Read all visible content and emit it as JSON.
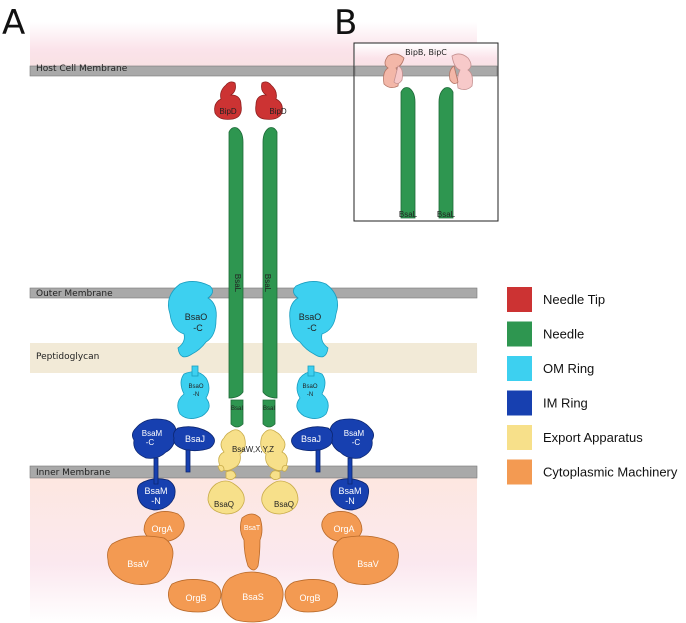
{
  "panels": {
    "a": "A",
    "b": "B"
  },
  "membranes": {
    "host": "Host Cell Membrane",
    "outer": "Outer Membrane",
    "peptidoglycan": "Peptidoglycan",
    "inner": "Inner Membrane"
  },
  "labels": {
    "bipd": "BipD",
    "bsal": "BsaL",
    "bsai": "BsaI",
    "bsao_c_1": "BsaO",
    "bsao_c_2": "-C",
    "bsao_n_1": "BsaO",
    "bsao_n_2": "-N",
    "bsam_c_1": "BsaM",
    "bsam_c_2": "-C",
    "bsaj": "BsaJ",
    "export": "BsaW,X,Y,Z",
    "bsam_n_1": "BsaM",
    "bsam_n_2": "-N",
    "bsaq": "BsaQ",
    "orga": "OrgA",
    "bsat": "BsaT",
    "bsav": "BsaV",
    "orgb": "OrgB",
    "bsas": "BsaS"
  },
  "panel_b": {
    "tip_label": "BipB, BipC",
    "needle_label": "BsaL"
  },
  "legend": [
    {
      "label": "Needle Tip",
      "color": "#cc3333"
    },
    {
      "label": "Needle",
      "color": "#2e9650"
    },
    {
      "label": "OM Ring",
      "color": "#3dd0f0"
    },
    {
      "label": "IM Ring",
      "color": "#1740b0"
    },
    {
      "label": "Export Apparatus",
      "color": "#f7e08a"
    },
    {
      "label": "Cytoplasmic Machinery",
      "color": "#f39a52"
    }
  ]
}
